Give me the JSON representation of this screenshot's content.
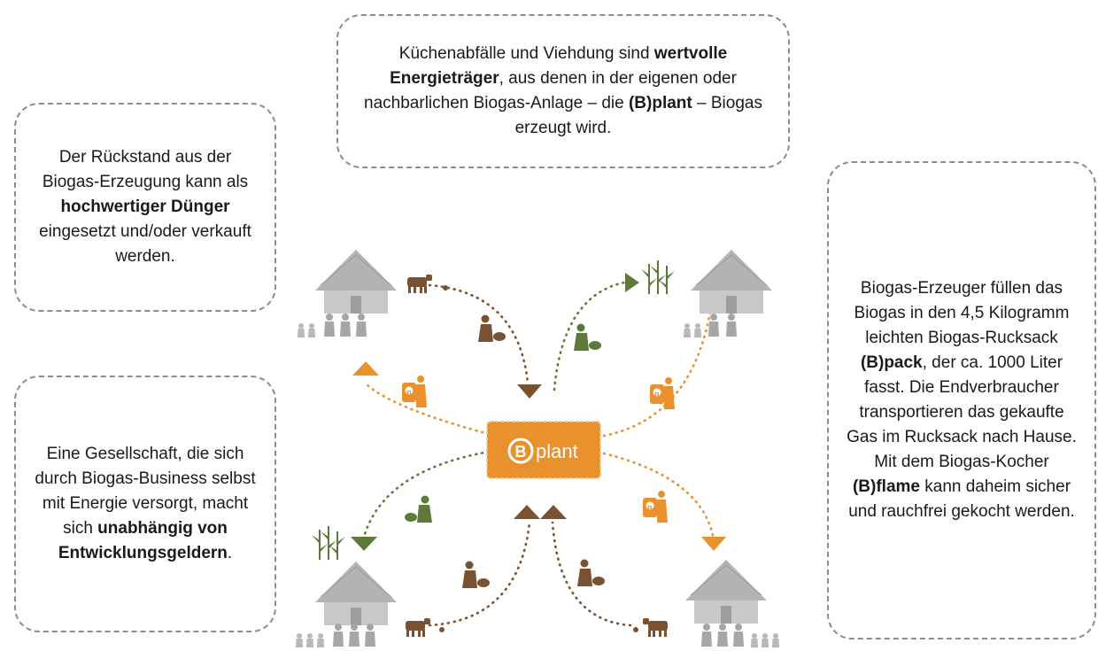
{
  "top_box": {
    "part1": "Küchenabfälle und Viehdung sind ",
    "bold1": "wertvolle Energieträger",
    "part2": ", aus denen in der eigenen oder nachbarlichen Biogas-Anlage – die ",
    "bold2": "(B)plant",
    "part3": " – Biogas erzeugt wird."
  },
  "fertilizer_box": {
    "part1": "Der Rückstand aus der Biogas-Erzeugung kann als ",
    "bold1": "hochwertiger Dünger",
    "part2": " eingesetzt und/oder verkauft werden."
  },
  "society_box": {
    "part1": "Eine Gesellschaft, die sich durch Biogas-Business selbst mit Energie versorgt, macht sich ",
    "bold1": "unabhängig von Entwicklungsgeldern",
    "part2": "."
  },
  "pack_box": {
    "part1": "Biogas-Erzeuger füllen das Biogas in den 4,5 Kilogramm leichten Biogas-Rucksack ",
    "bold1": "(B)pack",
    "part2": ", der ca. 1000 Liter fasst. Die Endverbraucher transportieren das gekaufte Gas im Rucksack nach Hause. Mit dem Biogas-Kocher ",
    "bold2": "(B)flame",
    "part3": " kann daheim sicher und rauchfrei gekocht werden."
  },
  "center_label": {
    "logo_letter": "B",
    "text": "plant"
  },
  "backpack_letter": "B",
  "colors": {
    "orange": "#e8912d",
    "brown": "#7a5230",
    "green": "#5d7a3a",
    "grey_hut": "#b3b3b3",
    "dashed_border": "#8c8c8c"
  }
}
